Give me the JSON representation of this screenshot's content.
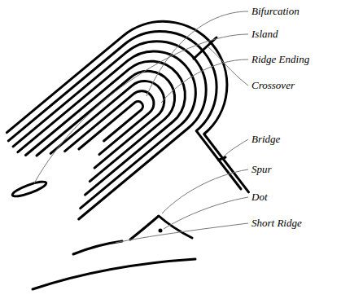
{
  "diagram": {
    "labels": [
      "Bifurcation",
      "Island",
      "Ridge Ending",
      "Crossover",
      "Bridge",
      "Spur",
      "Dot",
      "Short Ridge"
    ]
  }
}
